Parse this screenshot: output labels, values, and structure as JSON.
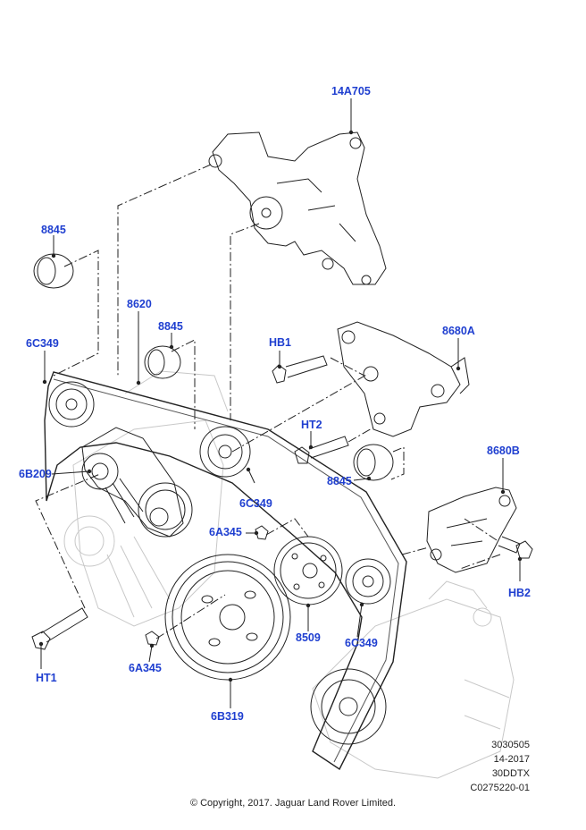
{
  "callouts": {
    "p14A705": "14A705",
    "p8845_top": "8845",
    "p8620": "8620",
    "p8845_mid": "8845",
    "p6C349_left": "6C349",
    "pHB1": "HB1",
    "p8680A": "8680A",
    "pHT2": "HT2",
    "p6B209": "6B209",
    "p8845_right": "8845",
    "p8680B": "8680B",
    "p6C349_mid": "6C349",
    "p6A345_top": "6A345",
    "pHB2": "HB2",
    "pHT1": "HT1",
    "p6A345_bottom": "6A345",
    "p8509": "8509",
    "p6C349_right": "6C349",
    "p6B319": "6B319"
  },
  "reference": {
    "number": "3030505",
    "date": "14-2017",
    "model": "30DDTX",
    "code": "C0275220-01"
  },
  "copyright": "© Copyright, 2017. Jaguar Land Rover Limited.",
  "colors": {
    "callout": "#1f3fd0",
    "line": "#222222"
  }
}
